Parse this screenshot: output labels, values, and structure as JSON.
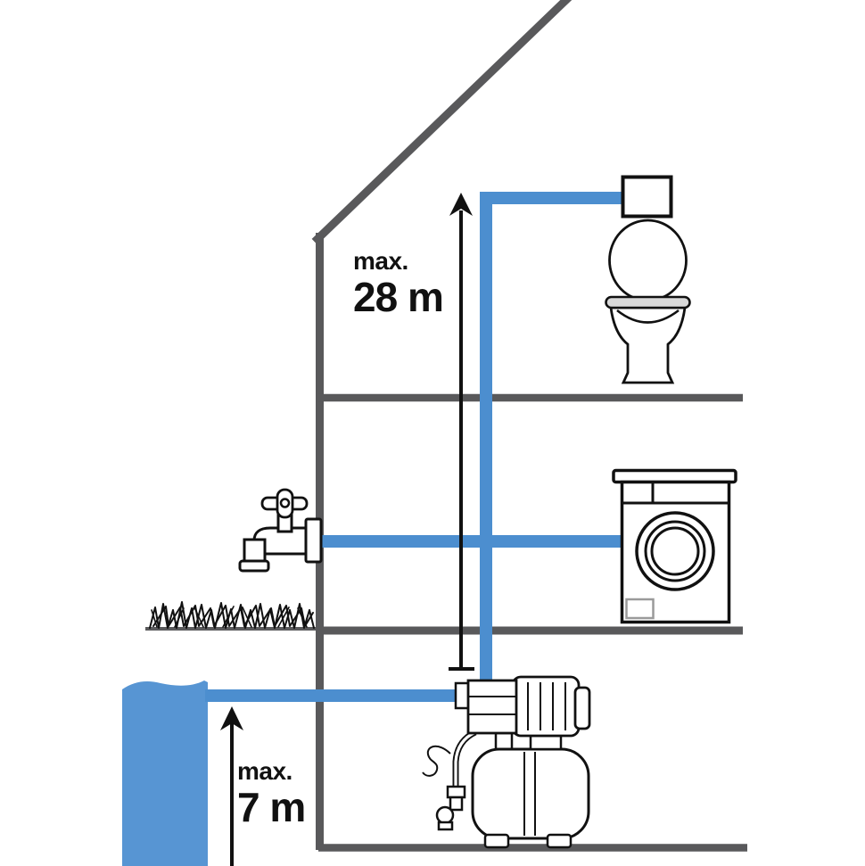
{
  "labels": {
    "delivery_height": {
      "prefix": "max.",
      "value": "28 m"
    },
    "suction_depth": {
      "prefix": "max.",
      "value": "7 m"
    }
  },
  "colors": {
    "pipe_blue": "#4C8ECF",
    "water_blue": "#5795D3",
    "structure_gray": "#59595B",
    "ink_black": "#111111",
    "background": "#FFFFFF"
  },
  "icons": {
    "house": "house-outline",
    "grass": "grass-icon",
    "water_source": "water-source",
    "toilet": "toilet-icon",
    "washing_machine": "washing-machine-icon",
    "garden_tap": "tap-icon",
    "pump": "pump-icon",
    "delivery_arrow": "arrow-up-icon",
    "suction_arrow": "arrow-up-icon"
  }
}
